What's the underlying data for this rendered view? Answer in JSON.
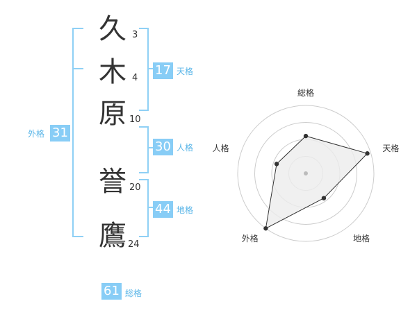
{
  "name": {
    "chars": [
      {
        "char": "久",
        "strokes": "3"
      },
      {
        "char": "木",
        "strokes": "4"
      },
      {
        "char": "原",
        "strokes": "10"
      },
      {
        "char": "誉",
        "strokes": "20"
      },
      {
        "char": "鷹",
        "strokes": "24"
      }
    ]
  },
  "kaku": {
    "tenkaku": {
      "value": "17",
      "label": "天格"
    },
    "jinkaku": {
      "value": "30",
      "label": "人格"
    },
    "chikaku": {
      "value": "44",
      "label": "地格"
    },
    "gaikaku": {
      "value": "31",
      "label": "外格"
    },
    "soukaku": {
      "value": "61",
      "label": "総格"
    }
  },
  "chart_data": {
    "type": "radar",
    "axes": [
      "総格",
      "天格",
      "地格",
      "外格",
      "人格"
    ],
    "values": [
      0.55,
      0.95,
      0.45,
      1.0,
      0.45
    ],
    "rmax": 1,
    "rings": 4,
    "colors": {
      "fill": "#ececec",
      "line": "#333333",
      "grid": "#cccccc",
      "accent": "#88cdf6"
    }
  }
}
